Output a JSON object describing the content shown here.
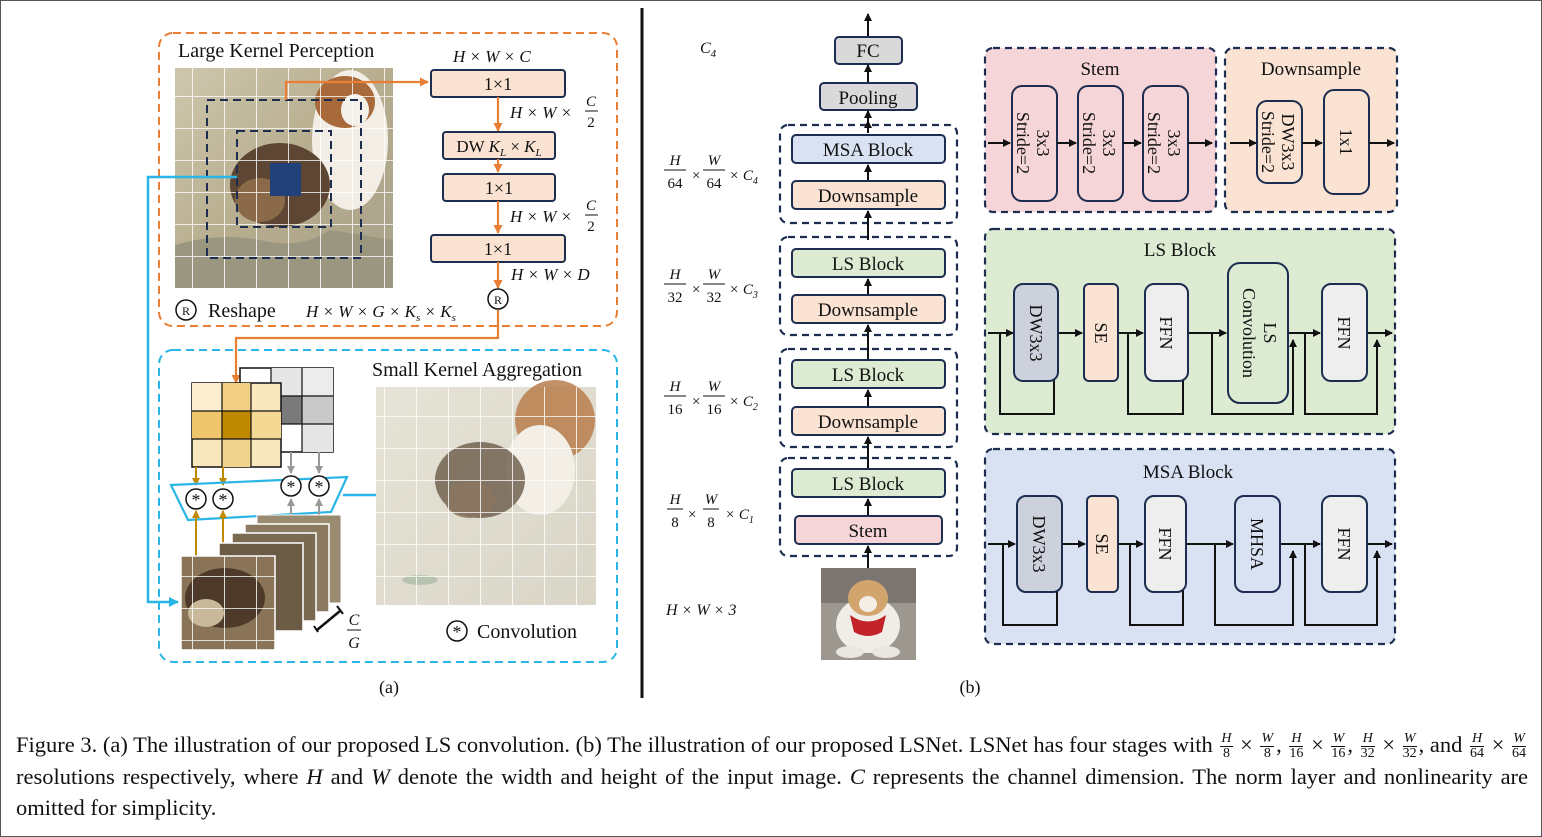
{
  "panel_a": {
    "lkp_title": "Large Kernel Perception",
    "ska_title": "Small Kernel Aggregation",
    "dim_top": "H × W × C",
    "conv_1x1": "1×1",
    "dw_prefix": "DW ",
    "dw_kernel": "K",
    "dw_sub": "L",
    "dw_times": " × ",
    "dim_half_a": "H × W ×",
    "frac_c": "C",
    "frac_2": "2",
    "dim_d": "H × W × D",
    "reshape_symbol": "R",
    "reshape_label": "Reshape",
    "dim_reshape": "H × W × G × K",
    "sub_s": "s",
    "conv_symbol": "*",
    "conv_label": "Convolution",
    "frac_g": "G",
    "label": "(a)"
  },
  "panel_b": {
    "label": "(b)",
    "backbone": {
      "fc": "FC",
      "pooling": "Pooling",
      "msa_block": "MSA Block",
      "downsample": "Downsample",
      "ls_block": "LS Block",
      "stem": "Stem"
    },
    "dims": {
      "c4": "C",
      "c4_sub": "4",
      "h": "H",
      "w": "W",
      "s64": "64",
      "s32": "32",
      "s16": "16",
      "s8": "8",
      "times_c": "× C",
      "sub1": "1",
      "sub2": "2",
      "sub3": "3",
      "sub4": "4",
      "input": "H × W × 3"
    },
    "stem": {
      "title": "Stem",
      "op1": "3x3",
      "op2": "Stride=2"
    },
    "downsample": {
      "title": "Downsample",
      "op1": "DW3x3",
      "op2": "Stride=2",
      "op3": "1x1"
    },
    "ls_block": {
      "title": "LS Block",
      "dw": "DW3x3",
      "se": "SE",
      "ffn": "FFN",
      "ls1": "LS",
      "ls2": "Convolution"
    },
    "msa_block": {
      "title": "MSA Block",
      "dw": "DW3x3",
      "se": "SE",
      "ffn": "FFN",
      "mhsa": "MHSA"
    }
  },
  "caption": {
    "p1": "Figure 3.  (a) The illustration of our proposed LS convolution.  (b) The illustration of our proposed LSNet.  LSNet has four stages with",
    "H": "H",
    "W": "W",
    "d8": "8",
    "d16": "16",
    "d32": "32",
    "d64": "64",
    "x": "×",
    "comma": ",",
    "and": ", and",
    "p2": "resolutions respectively, where",
    "p3": "and",
    "p4": "denote the width and height of the input image.",
    "C": "C",
    "p5": "represents the channel dimension. The norm layer and nonlinearity are omitted for simplicity."
  },
  "colors": {
    "orange": "#e97f34",
    "cyan": "#29b6e6",
    "navy": "#1c2d4f",
    "stem_bg": "#f5d5d8",
    "down_bg": "#fae3d3",
    "ls_bg": "#dcebd2",
    "msa_bg": "#d8e2f3",
    "gold": "#c08a00"
  }
}
